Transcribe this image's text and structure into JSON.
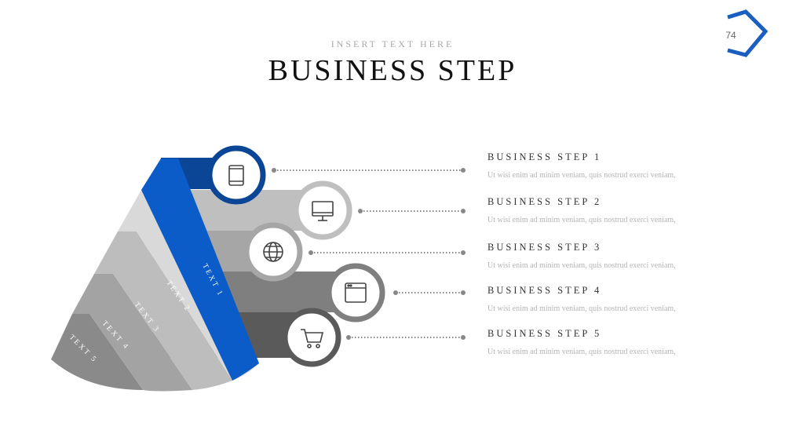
{
  "header": {
    "subtitle": "INSERT TEXT HERE",
    "title": "BUSINESS STEP",
    "page_number": "74"
  },
  "colors": {
    "accent_blue": "#0b5bc8",
    "dark_blue": "#0a4596",
    "band_2": "#d9d9d9",
    "band_3": "#bdbdbd",
    "band_4": "#a3a3a3",
    "band_5": "#8a8a8a"
  },
  "funnel": {
    "bands": [
      {
        "label": "TEXT 1",
        "icon": "tablet-icon"
      },
      {
        "label": "TEXT 2",
        "icon": "monitor-icon"
      },
      {
        "label": "TEXT 3",
        "icon": "globe-icon"
      },
      {
        "label": "TEXT 4",
        "icon": "browser-window-icon"
      },
      {
        "label": "TEXT 5",
        "icon": "shopping-cart-icon"
      }
    ]
  },
  "steps": [
    {
      "heading": "BUSINESS STEP 1",
      "description": "Ut wisi enim ad minim veniam, quis nostrud exerci veniam,"
    },
    {
      "heading": "BUSINESS STEP 2",
      "description": "Ut wisi enim ad minim veniam, quis nostrud exerci veniam,"
    },
    {
      "heading": "BUSINESS STEP 3",
      "description": "Ut wisi enim ad minim veniam, quis nostrud exerci veniam,"
    },
    {
      "heading": "BUSINESS STEP 4",
      "description": "Ut wisi enim ad minim veniam, quis nostrud exerci veniam,"
    },
    {
      "heading": "BUSINESS STEP 5",
      "description": "Ut wisi enim ad minim veniam, quis nostrud exerci veniam,"
    }
  ]
}
